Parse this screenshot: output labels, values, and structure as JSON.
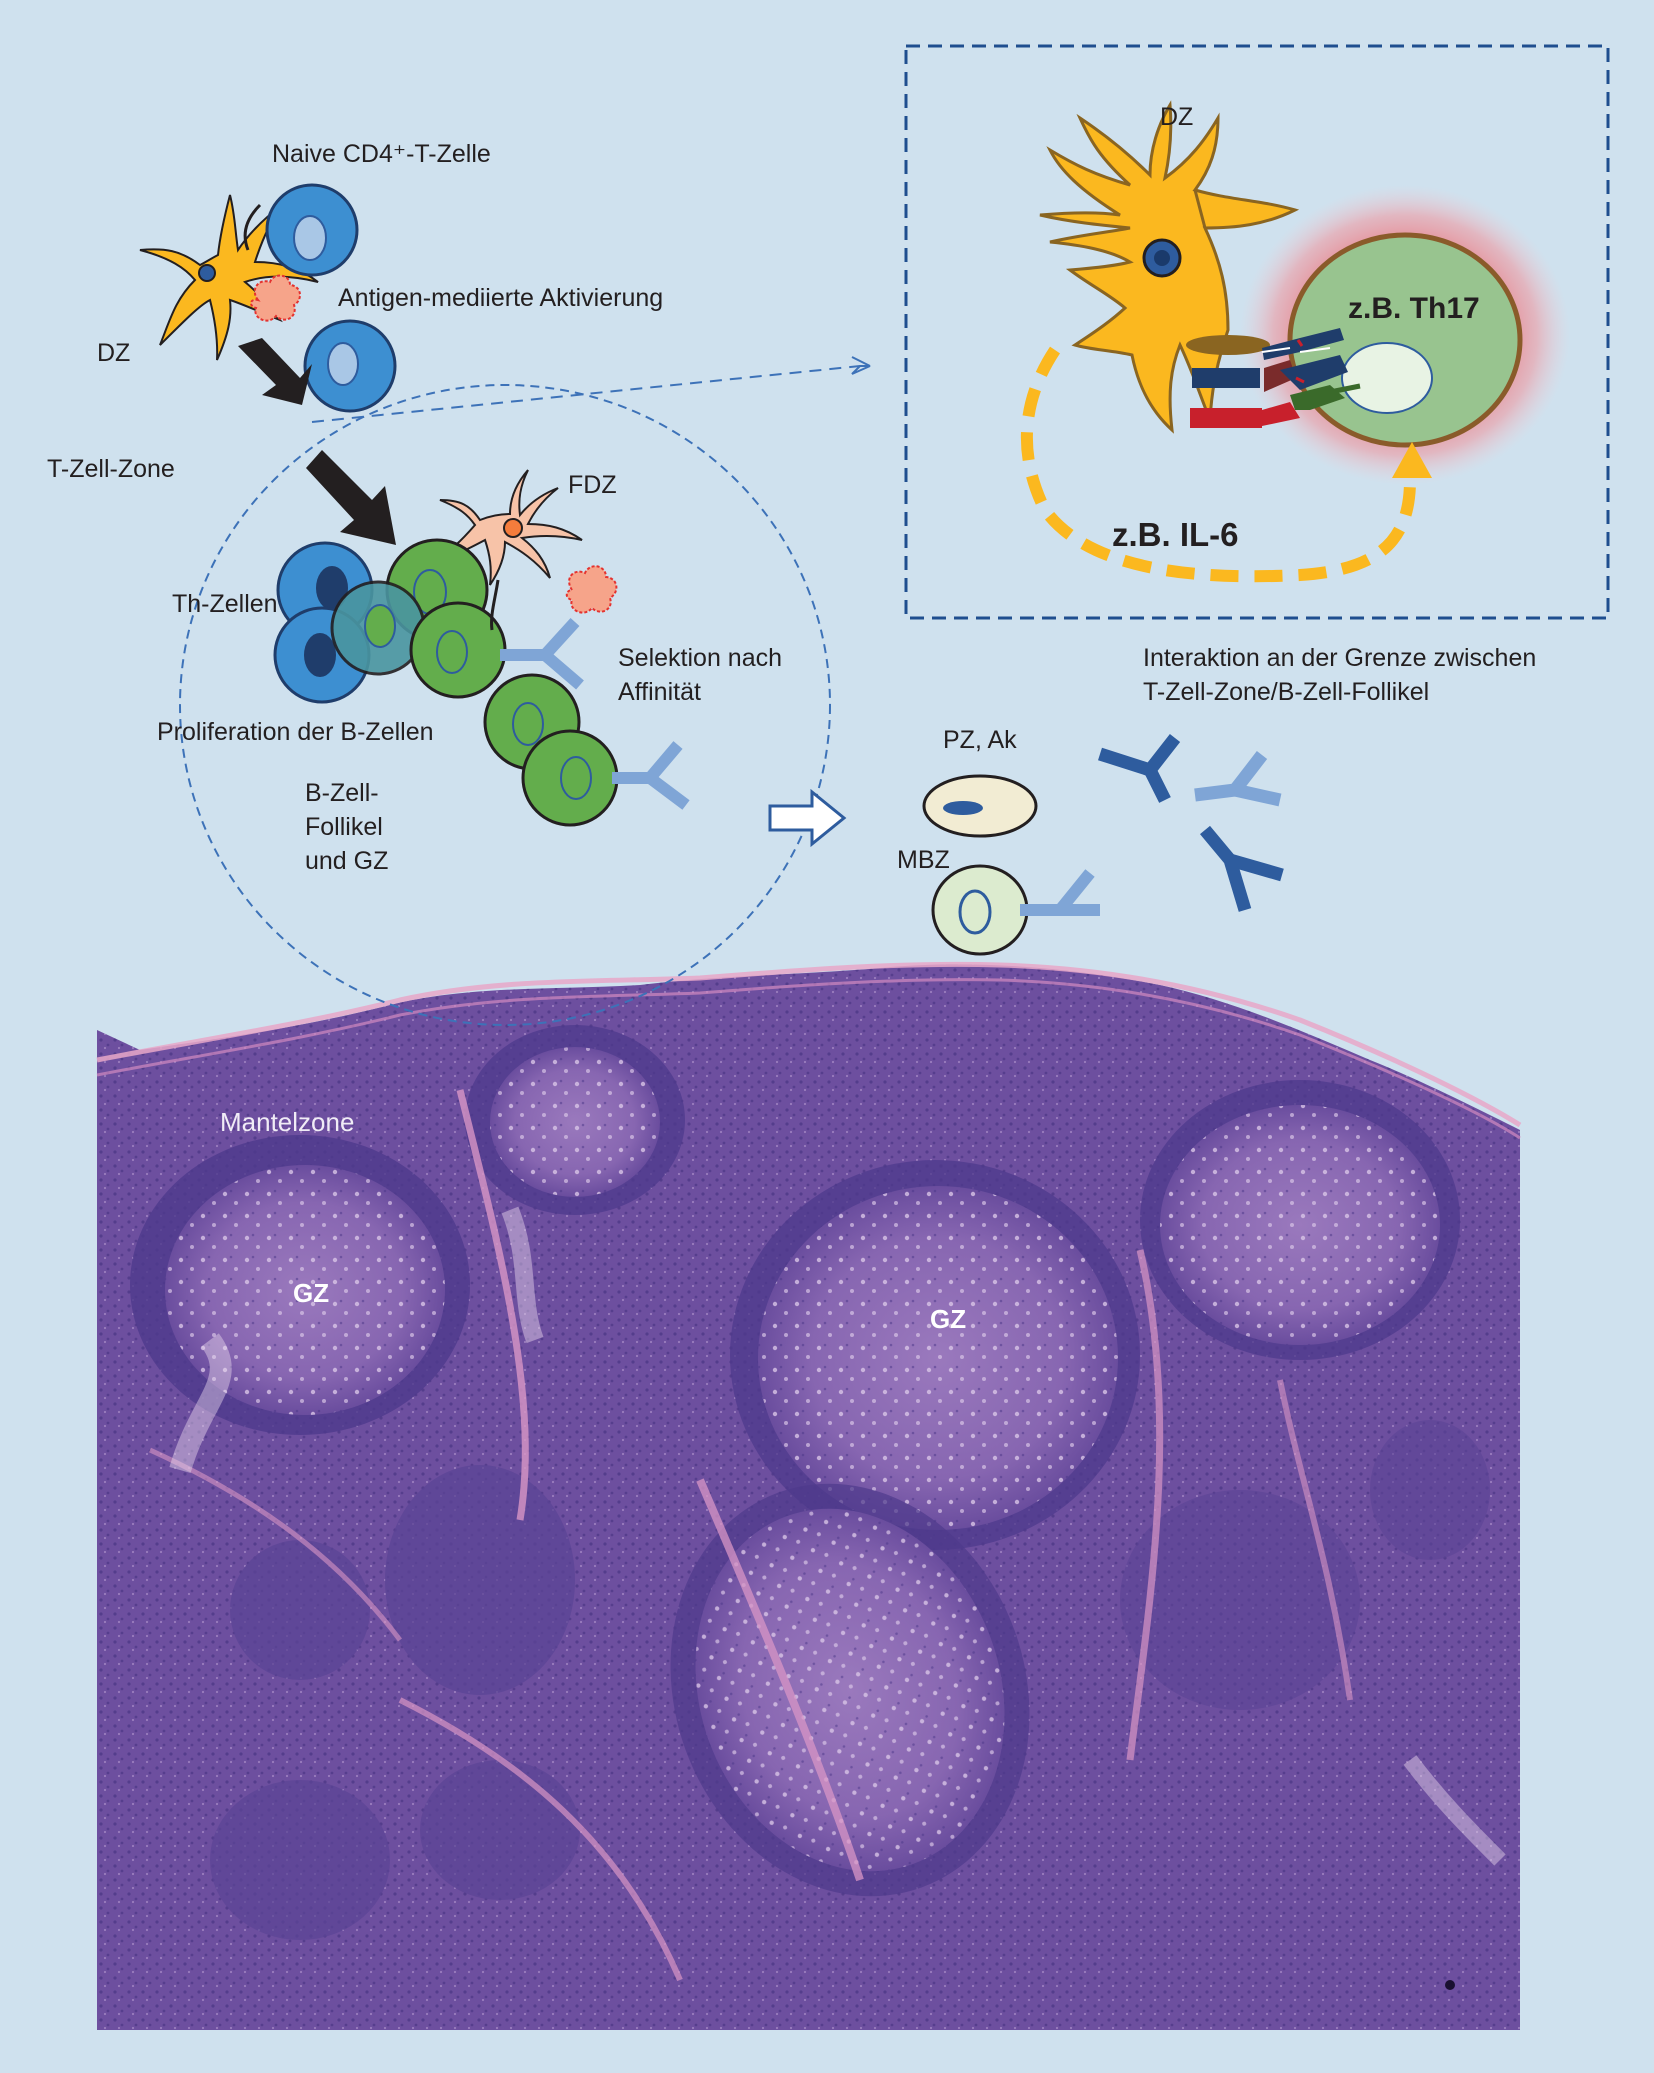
{
  "labels": {
    "naive_t_cell": "Naive CD4⁺-T-Zelle",
    "dc_left": "DZ",
    "antigen_activation": "Antigen-mediierte Aktivierung",
    "t_cell_zone": "T-Zell-Zone",
    "fdc": "FDZ",
    "th_cells": "Th-Zellen",
    "selection_line1": "Selektion nach",
    "selection_line2": "Affinität",
    "b_cell_proliferation": "Proliferation der B-Zellen",
    "follicle_line1": "B-Zell-",
    "follicle_line2": "Follikel",
    "follicle_line3": "und GZ",
    "dc_inset": "DZ",
    "th17": "z.B. Th17",
    "il6": "z.B. IL-6",
    "interaction_line1": "Interaktion an der Grenze zwischen",
    "interaction_line2": "T-Zell-Zone/B-Zell-Follikel",
    "plasma_cells": "PZ, Ak",
    "memory_b_cells": "MBZ",
    "mantle_zone": "Mantelzone",
    "gc_left": "GZ",
    "gc_center": "GZ"
  },
  "colors": {
    "background": "#cfe1ee",
    "t_cell_fill": "#3d8fd1",
    "t_cell_nucleus": "#a9c7e6",
    "b_cell_fill": "#63ad4c",
    "dendritic_cell": "#fbb81f",
    "fdc_fill": "#f7c3a8",
    "antigen": "#f6a48a",
    "antibody_light": "#7fa5d6",
    "antibody_dark": "#2e5c9e",
    "dashed_line": "#3d72b8",
    "il6_arrow": "#fbb81f",
    "th17_glow": "#e8777f",
    "histology_purple": "#6b4f9e",
    "histology_pink": "#c98bc0"
  }
}
